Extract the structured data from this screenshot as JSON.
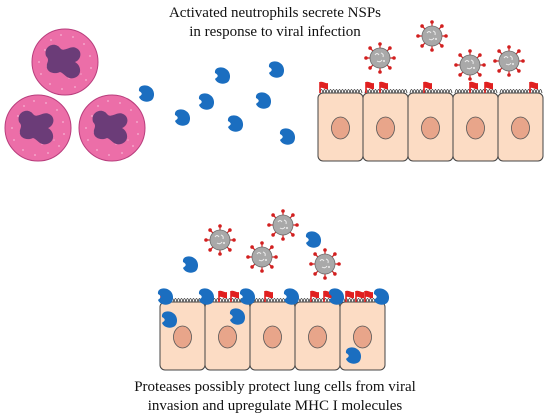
{
  "captions": {
    "top": {
      "line1": "Activated neutrophils secrete NSPs",
      "line2": "in response to viral infection"
    },
    "bottom": {
      "line1": "Proteases possibly protect lung cells from viral",
      "line2": "invasion and upregulate MHC I molecules"
    }
  },
  "colors": {
    "neutrophil_cytoplasm": "#ec6ea8",
    "neutrophil_nucleus": "#6b3c78",
    "protease": "#1b6ec0",
    "cell_fill": "#fcdcc4",
    "cell_nucleus": "#e8a58a",
    "receptor": "#e02020",
    "virus_body": "#a9a9a9",
    "virus_spike": "#d21f1f"
  },
  "icons": [
    "neutrophil-icon",
    "protease-icon",
    "virus-icon",
    "epithelial-cell-icon",
    "receptor-icon"
  ]
}
